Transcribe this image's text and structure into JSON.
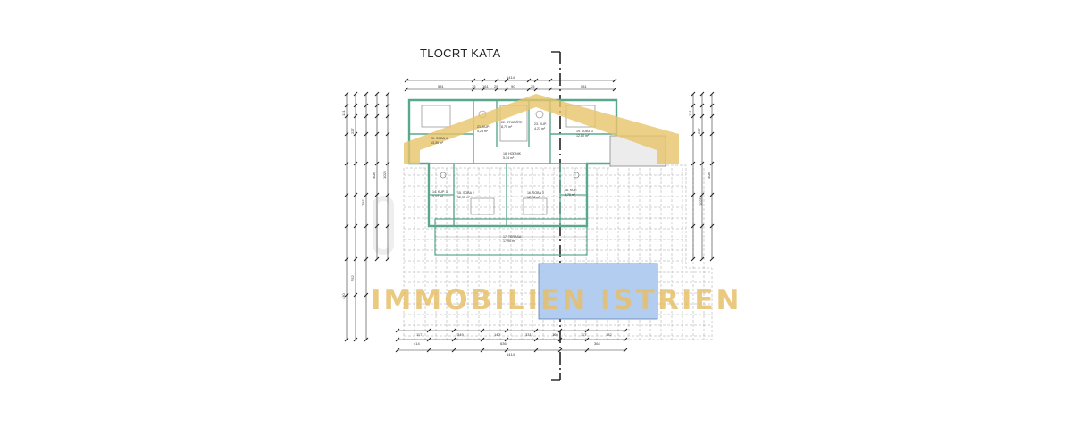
{
  "plan": {
    "title": "TLOCRT KATA",
    "watermark": "IMMOBILIEN ISTRIEN",
    "colors": {
      "walls": "#5aa88c",
      "lines": "#444444",
      "pool": "#a8c8ee",
      "logo": "#e9c46a",
      "terrace_grid": "#9a9a9a"
    },
    "top_dimensions": [
      "1414",
      "581",
      "75",
      "161",
      "25",
      "90",
      "25",
      "581"
    ],
    "bottom_dimensions": [
      "1414",
      "414",
      "636",
      "364",
      "117",
      "349",
      "140",
      "331",
      "160",
      "117",
      "182"
    ],
    "left_dimensions": [
      "131",
      "227",
      "408",
      "1025",
      "797",
      "752",
      "430"
    ],
    "right_dimensions": [
      "131",
      "227",
      "408",
      "1025"
    ],
    "rooms": [
      {
        "name": "20. SOBA 4",
        "area": "13,30 m²"
      },
      {
        "name": "21. KUP.",
        "area": "4,28 m²"
      },
      {
        "name": "22. STUBIŠTE",
        "area": "8,75 m²"
      },
      {
        "name": "23. KUP.",
        "area": "4,21 m²"
      },
      {
        "name": "19. SOBA 3",
        "area": "12,80 m²"
      },
      {
        "name": "18. HODNIK",
        "area": "5,34 m²"
      },
      {
        "name": "14. KUP. 3",
        "area": "3,17 m²"
      },
      {
        "name": "15. SOBA 2",
        "area": "12,95 m²"
      },
      {
        "name": "16. SOBA 3",
        "area": "12,74 m²"
      },
      {
        "name": "16. KUP.",
        "area": "3,70 m²"
      },
      {
        "name": "17. TERASA",
        "area": "17,90 m²"
      }
    ]
  }
}
